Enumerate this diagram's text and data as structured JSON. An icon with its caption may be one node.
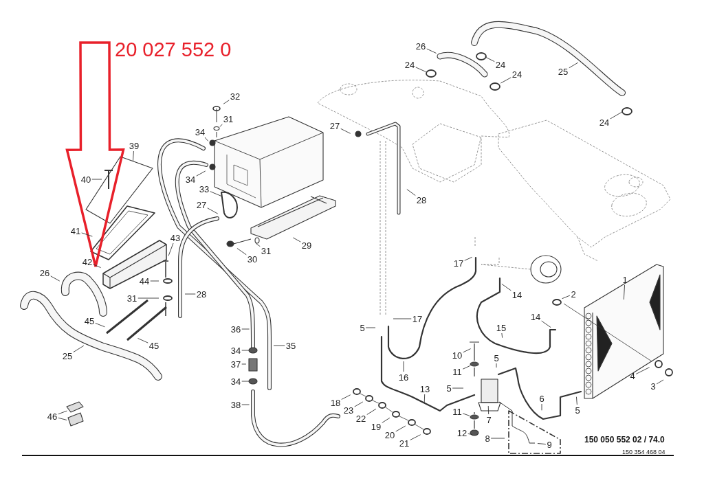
{
  "diagram": {
    "nodes": [
      {
        "text": [
          "20 027 552 0"
        ]
      },
      {
        "text": [
          "39"
        ]
      },
      {
        "text": [
          "40"
        ]
      },
      {
        "text": [
          "41"
        ]
      },
      {
        "text": [
          "42"
        ]
      },
      {
        "text": [
          "43"
        ]
      },
      {
        "text": [
          "44"
        ]
      },
      {
        "text": [
          "31"
        ]
      },
      {
        "text": [
          "26"
        ]
      },
      {
        "text": [
          "45"
        ]
      },
      {
        "text": [
          "45"
        ]
      },
      {
        "text": [
          "25"
        ]
      },
      {
        "text": [
          "46"
        ]
      },
      {
        "text": [
          "32"
        ]
      },
      {
        "text": [
          "31"
        ]
      },
      {
        "text": [
          "34"
        ]
      },
      {
        "text": [
          "34"
        ]
      },
      {
        "text": [
          "33"
        ]
      },
      {
        "text": [
          "27"
        ]
      },
      {
        "text": [
          "30"
        ]
      },
      {
        "text": [
          "31"
        ]
      },
      {
        "text": [
          "29"
        ]
      },
      {
        "text": [
          "28"
        ]
      },
      {
        "text": [
          "36"
        ]
      },
      {
        "text": [
          "35"
        ]
      },
      {
        "text": [
          "34"
        ]
      },
      {
        "text": [
          "37"
        ]
      },
      {
        "text": [
          "34"
        ]
      },
      {
        "text": [
          "38"
        ]
      },
      {
        "text": [
          "26"
        ]
      },
      {
        "text": [
          "24"
        ]
      },
      {
        "text": [
          "24"
        ]
      },
      {
        "text": [
          "24"
        ]
      },
      {
        "text": [
          "25"
        ]
      },
      {
        "text": [
          "24"
        ]
      },
      {
        "text": [
          "27"
        ]
      },
      {
        "text": [
          "28"
        ]
      },
      {
        "text": [
          "17"
        ]
      },
      {
        "text": [
          "14"
        ]
      },
      {
        "text": [
          "1"
        ]
      },
      {
        "text": [
          "2"
        ]
      },
      {
        "text": [
          "14"
        ]
      },
      {
        "text": [
          "17"
        ]
      },
      {
        "text": [
          "5"
        ]
      },
      {
        "text": [
          "15"
        ]
      },
      {
        "text": [
          "16"
        ]
      },
      {
        "text": [
          "10"
        ]
      },
      {
        "text": [
          "5"
        ]
      },
      {
        "text": [
          "11"
        ]
      },
      {
        "text": [
          "4"
        ]
      },
      {
        "text": [
          "3"
        ]
      },
      {
        "text": [
          "5"
        ]
      },
      {
        "text": [
          "13"
        ]
      },
      {
        "text": [
          "6"
        ]
      },
      {
        "text": [
          "5"
        ]
      },
      {
        "text": [
          "7"
        ]
      },
      {
        "text": [
          "18"
        ]
      },
      {
        "text": [
          "23"
        ]
      },
      {
        "text": [
          "22"
        ]
      },
      {
        "text": [
          "19"
        ]
      },
      {
        "text": [
          "20"
        ]
      },
      {
        "text": [
          "11"
        ]
      },
      {
        "text": [
          "12"
        ]
      },
      {
        "text": [
          "21"
        ]
      },
      {
        "text": [
          "8"
        ]
      },
      {
        "text": [
          "9"
        ]
      }
    ],
    "edges": [
      {
        "from": 0,
        "to": null,
        "arrow": "to",
        "style": "thick",
        "color": "#e8202a"
      },
      {
        "from": 1,
        "to": null,
        "arrow": "none"
      },
      {
        "from": 2,
        "to": null,
        "arrow": "none"
      },
      {
        "from": 3,
        "to": null,
        "arrow": "none"
      },
      {
        "from": 4,
        "to": null,
        "arrow": "none"
      },
      {
        "from": 5,
        "to": null,
        "arrow": "none"
      },
      {
        "from": 6,
        "to": null,
        "arrow": "none"
      },
      {
        "from": 7,
        "to": null,
        "arrow": "none"
      },
      {
        "from": 8,
        "to": null,
        "arrow": "none"
      },
      {
        "from": 9,
        "to": null,
        "arrow": "none"
      },
      {
        "from": 10,
        "to": null,
        "arrow": "none"
      },
      {
        "from": 11,
        "to": null,
        "arrow": "none"
      },
      {
        "from": 12,
        "to": null,
        "arrow": "none"
      },
      {
        "from": 13,
        "to": null,
        "arrow": "none"
      },
      {
        "from": 14,
        "to": null,
        "arrow": "none"
      },
      {
        "from": 15,
        "to": null,
        "arrow": "none"
      },
      {
        "from": 16,
        "to": null,
        "arrow": "none"
      },
      {
        "from": 17,
        "to": null,
        "arrow": "none"
      },
      {
        "from": 18,
        "to": null,
        "arrow": "none"
      },
      {
        "from": 19,
        "to": null,
        "arrow": "none"
      },
      {
        "from": 20,
        "to": null,
        "arrow": "none"
      },
      {
        "from": 21,
        "to": null,
        "arrow": "none"
      },
      {
        "from": 22,
        "to": null,
        "arrow": "none"
      },
      {
        "from": 23,
        "to": null,
        "arrow": "none"
      },
      {
        "from": 24,
        "to": null,
        "arrow": "none"
      },
      {
        "from": 25,
        "to": null,
        "arrow": "none"
      },
      {
        "from": 26,
        "to": null,
        "arrow": "none"
      },
      {
        "from": 27,
        "to": null,
        "arrow": "none"
      },
      {
        "from": 28,
        "to": null,
        "arrow": "none"
      },
      {
        "from": 29,
        "to": null,
        "arrow": "none"
      },
      {
        "from": 30,
        "to": null,
        "arrow": "none"
      },
      {
        "from": 31,
        "to": null,
        "arrow": "none"
      },
      {
        "from": 32,
        "to": null,
        "arrow": "none"
      },
      {
        "from": 33,
        "to": null,
        "arrow": "none"
      },
      {
        "from": 34,
        "to": null,
        "arrow": "none"
      },
      {
        "from": 35,
        "to": null,
        "arrow": "none"
      },
      {
        "from": 36,
        "to": null,
        "arrow": "none"
      },
      {
        "from": 37,
        "to": null,
        "arrow": "none"
      },
      {
        "from": 38,
        "to": null,
        "arrow": "none"
      },
      {
        "from": 39,
        "to": null,
        "arrow": "none"
      },
      {
        "from": 40,
        "to": null,
        "arrow": "none"
      },
      {
        "from": 41,
        "to": null,
        "arrow": "none"
      },
      {
        "from": 42,
        "to": null,
        "arrow": "none"
      },
      {
        "from": 43,
        "to": null,
        "arrow": "none"
      },
      {
        "from": 44,
        "to": null,
        "arrow": "none"
      },
      {
        "from": 45,
        "to": null,
        "arrow": "none"
      },
      {
        "from": 46,
        "to": null,
        "arrow": "none"
      },
      {
        "from": 47,
        "to": null,
        "arrow": "none"
      },
      {
        "from": 48,
        "to": null,
        "arrow": "none"
      },
      {
        "from": 49,
        "to": null,
        "arrow": "none"
      },
      {
        "from": 50,
        "to": null,
        "arrow": "none"
      },
      {
        "from": 51,
        "to": null,
        "arrow": "none"
      },
      {
        "from": 52,
        "to": null,
        "arrow": "none"
      },
      {
        "from": 53,
        "to": null,
        "arrow": "none"
      },
      {
        "from": 54,
        "to": null,
        "arrow": "none"
      },
      {
        "from": 55,
        "to": null,
        "arrow": "none"
      },
      {
        "from": 56,
        "to": null,
        "arrow": "none"
      },
      {
        "from": 57,
        "to": null,
        "arrow": "none"
      },
      {
        "from": 58,
        "to": null,
        "arrow": "none"
      },
      {
        "from": 59,
        "to": null,
        "arrow": "none"
      },
      {
        "from": 60,
        "to": null,
        "arrow": "none"
      },
      {
        "from": 61,
        "to": null,
        "arrow": "none"
      },
      {
        "from": 62,
        "to": null,
        "arrow": "none"
      },
      {
        "from": 63,
        "to": null,
        "arrow": "none"
      },
      {
        "from": 64,
        "to": null,
        "arrow": "none"
      },
      {
        "from": 65,
        "to": null,
        "arrow": "none"
      },
      {
        "from": 12,
        "to": null,
        "arrow": "none"
      }
    ],
    "labels": [
      "150 050 552 02 / 74.0",
      "150 354 468 04"
    ]
  }
}
